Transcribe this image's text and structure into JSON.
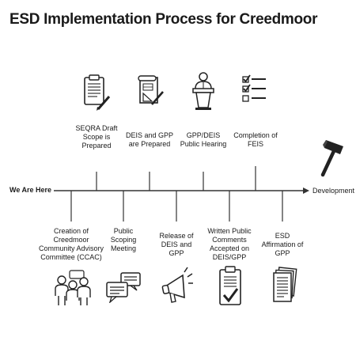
{
  "title": "ESD Implementation Process for Creedmoor",
  "start_label": "We Are Here",
  "end_label": "Development",
  "top_milestones": [
    {
      "label": "SEQRA Draft Scope is Prepared",
      "icon": "clipboard-pen-icon"
    },
    {
      "label": "DEIS and GPP are Prepared",
      "icon": "blueprint-pen-icon"
    },
    {
      "label": "GPP/DEIS Public Hearing",
      "icon": "podium-speaker-icon"
    },
    {
      "label": "Completion of FEIS",
      "icon": "checklist-icon"
    }
  ],
  "bottom_milestones": [
    {
      "label": "Creation of Creedmoor Community Advisory Committee (CCAC)",
      "icon": "people-group-icon"
    },
    {
      "label": "Public Scoping Meeting",
      "icon": "speech-bubbles-icon"
    },
    {
      "label": "Release of DEIS and GPP",
      "icon": "megaphone-icon"
    },
    {
      "label": "Written Public Comments Accepted on DEIS/GPP",
      "icon": "clipboard-check-icon"
    },
    {
      "label": "ESD Affirmation of GPP",
      "icon": "documents-stack-icon"
    }
  ],
  "end_icon": "hammer-icon"
}
